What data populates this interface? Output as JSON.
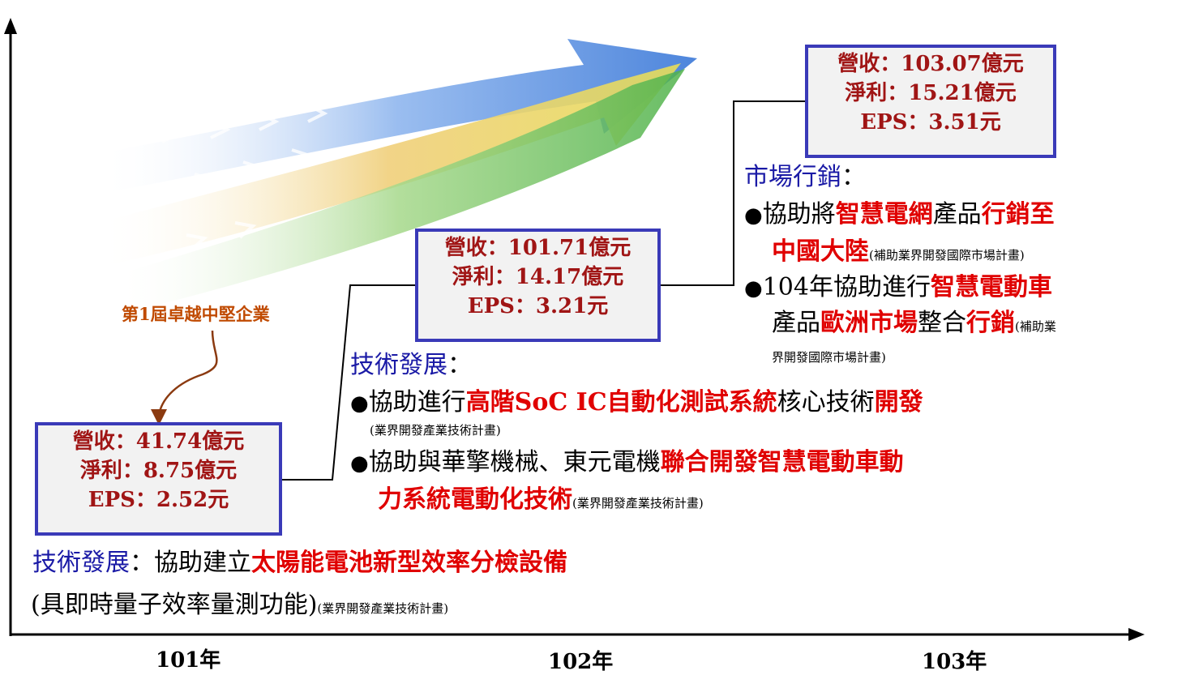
{
  "years": [
    "101年",
    "102年",
    "103年"
  ],
  "award_label": "第1屆卓越中堅企業",
  "box101": {
    "revenue": "營收：41.74億元",
    "profit": "淨利：8.75億元",
    "eps": "EPS：2.52元"
  },
  "box102": {
    "revenue": "營收：101.71億元",
    "profit": "淨利：14.17億元",
    "eps": "EPS：3.21元"
  },
  "box103": {
    "revenue": "營收：103.07億元",
    "profit": "淨利：15.21億元",
    "eps": "EPS：3.51元"
  },
  "tech101": {
    "head": "技術發展",
    "colon": "：協助建立",
    "red": "太陽能電池新型效率分檢設備",
    "line2": "(具即時量子效率量測功能)",
    "note": "(業界開發產業技術計畫)"
  },
  "tech102": {
    "head": "技術發展",
    "colon": "：",
    "b1_pre": "協助進行",
    "b1_red": "高階SoC IC自動化測試系統",
    "b1_mid": "核心技術",
    "b1_red2": "開發",
    "b1_note": "(業界開發產業技術計畫)",
    "b2_pre": "協助與華擎機械、東元電機",
    "b2_red": "聯合開發智慧電動車動",
    "b2_red2": "力系統電動化技術",
    "b2_note": "(業界開發產業技術計畫)"
  },
  "market103": {
    "head": "市場行銷",
    "colon": "：",
    "b1_pre": "協助將",
    "b1_red": "智慧電網",
    "b1_mid": "產品",
    "b1_red2": "行銷至",
    "b1_red3": "中國大陸",
    "b1_note": "(補助業界開發國際市場計畫)",
    "b2_pre": "104年協助進行",
    "b2_red": "智慧電動車",
    "b2_l2_pre": "產品",
    "b2_l2_red": "歐洲市場",
    "b2_l2_mid": "整合",
    "b2_l2_red2": "行銷",
    "b2_l2_note": "(補助業",
    "b2_l3_note": "界開發國際市場計畫)"
  },
  "bullet_symbol": "●",
  "colors": {
    "box_border": "#3a3ab8",
    "box_text": "#a01515",
    "red": "#e00000",
    "blue": "#1a1aa6",
    "award": "#c04a00"
  }
}
